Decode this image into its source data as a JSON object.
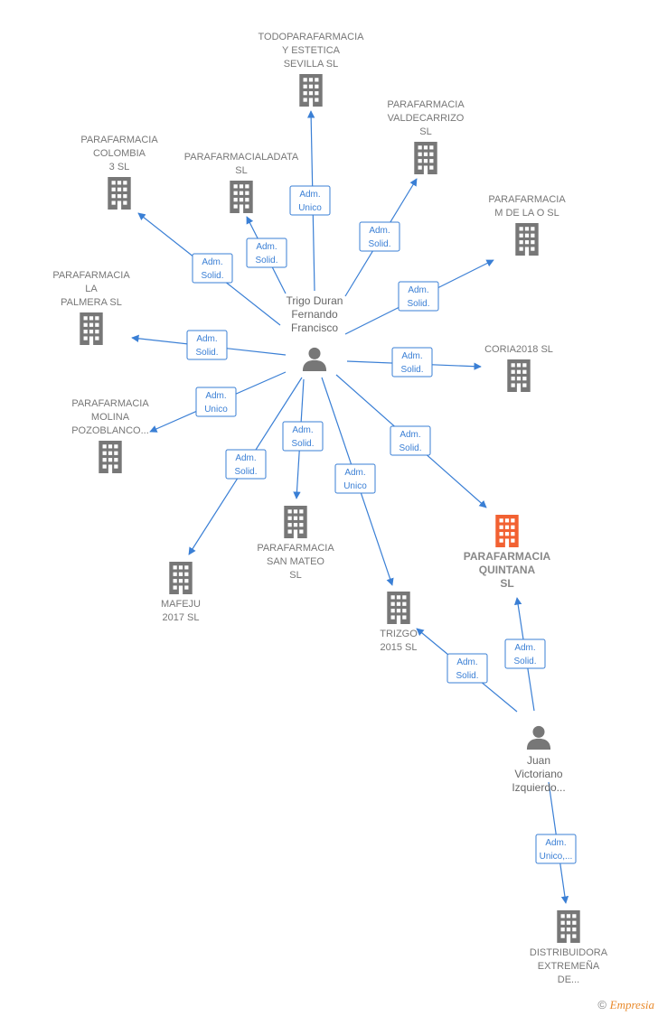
{
  "colors": {
    "edge": "#3a7fd5",
    "company": "#777777",
    "company_highlight": "#f26132",
    "person": "#777777",
    "label": "#777777"
  },
  "companies": [
    {
      "id": "todoparafarmacia",
      "lines": [
        "TODOPARAFARMACIA",
        "Y ESTETICA",
        "SEVILLA  SL"
      ]
    },
    {
      "id": "valdecarrizo",
      "lines": [
        "PARAFARMACIA",
        "VALDECARRIZO",
        "SL"
      ]
    },
    {
      "id": "colombia",
      "lines": [
        "PARAFARMACIA",
        "COLOMBIA",
        "3  SL"
      ]
    },
    {
      "id": "ladata",
      "lines": [
        "PARAFARMACIALADATA",
        "SL"
      ]
    },
    {
      "id": "mdelao",
      "lines": [
        "PARAFARMACIA",
        "M DE LA O  SL"
      ]
    },
    {
      "id": "palmera",
      "lines": [
        "PARAFARMACIA",
        "LA",
        "PALMERA  SL"
      ]
    },
    {
      "id": "coria",
      "lines": [
        "CORIA2018  SL"
      ]
    },
    {
      "id": "molina",
      "lines": [
        "PARAFARMACIA",
        "MOLINA",
        "POZOBLANCO..."
      ]
    },
    {
      "id": "quintana",
      "lines": [
        "PARAFARMACIA",
        "QUINTANA",
        "SL"
      ],
      "highlight": true
    },
    {
      "id": "sanmateo",
      "lines": [
        "PARAFARMACIA",
        "SAN MATEO",
        "SL"
      ]
    },
    {
      "id": "mafeju",
      "lines": [
        "MAFEJU",
        "2017  SL"
      ]
    },
    {
      "id": "trizgo",
      "lines": [
        "TRIZGO",
        "2015  SL"
      ]
    },
    {
      "id": "distribuidora",
      "lines": [
        "DISTRIBUIDORA",
        "EXTREMEÑA",
        "DE..."
      ]
    }
  ],
  "persons": [
    {
      "id": "trigo",
      "lines": [
        "Trigo Duran",
        "Fernando",
        "Francisco"
      ]
    },
    {
      "id": "juan",
      "lines": [
        "Juan",
        "Victoriano",
        "Izquierdo..."
      ]
    }
  ],
  "edges": [
    {
      "id": "e1",
      "from": "trigo",
      "to": "todoparafarmacia",
      "lines": [
        "Adm.",
        "Unico"
      ]
    },
    {
      "id": "e2",
      "from": "trigo",
      "to": "valdecarrizo",
      "lines": [
        "Adm.",
        "Solid."
      ]
    },
    {
      "id": "e3",
      "from": "trigo",
      "to": "ladata",
      "lines": [
        "Adm.",
        "Solid."
      ]
    },
    {
      "id": "e4",
      "from": "trigo",
      "to": "colombia",
      "lines": [
        "Adm.",
        "Solid."
      ]
    },
    {
      "id": "e5",
      "from": "trigo",
      "to": "mdelao",
      "lines": [
        "Adm.",
        "Solid."
      ]
    },
    {
      "id": "e6",
      "from": "trigo",
      "to": "palmera",
      "lines": [
        "Adm.",
        "Solid."
      ]
    },
    {
      "id": "e7",
      "from": "trigo",
      "to": "coria",
      "lines": [
        "Adm.",
        "Solid."
      ]
    },
    {
      "id": "e8",
      "from": "trigo",
      "to": "molina",
      "lines": [
        "Adm.",
        "Unico"
      ]
    },
    {
      "id": "e9",
      "from": "trigo",
      "to": "quintana",
      "lines": [
        "Adm.",
        "Solid."
      ]
    },
    {
      "id": "e10",
      "from": "trigo",
      "to": "sanmateo",
      "lines": [
        "Adm.",
        "Solid."
      ]
    },
    {
      "id": "e11",
      "from": "trigo",
      "to": "mafeju",
      "lines": [
        "Adm.",
        "Solid."
      ]
    },
    {
      "id": "e12",
      "from": "trigo",
      "to": "trizgo",
      "lines": [
        "Adm.",
        "Unico"
      ]
    },
    {
      "id": "e13",
      "from": "juan",
      "to": "trizgo",
      "lines": [
        "Adm.",
        "Solid."
      ]
    },
    {
      "id": "e14",
      "from": "juan",
      "to": "quintana",
      "lines": [
        "Adm.",
        "Solid."
      ]
    },
    {
      "id": "e15",
      "from": "juan",
      "to": "distribuidora",
      "lines": [
        "Adm.",
        "Unico,..."
      ]
    }
  ],
  "footer": {
    "copyright": "©",
    "brand": "Empresia"
  }
}
